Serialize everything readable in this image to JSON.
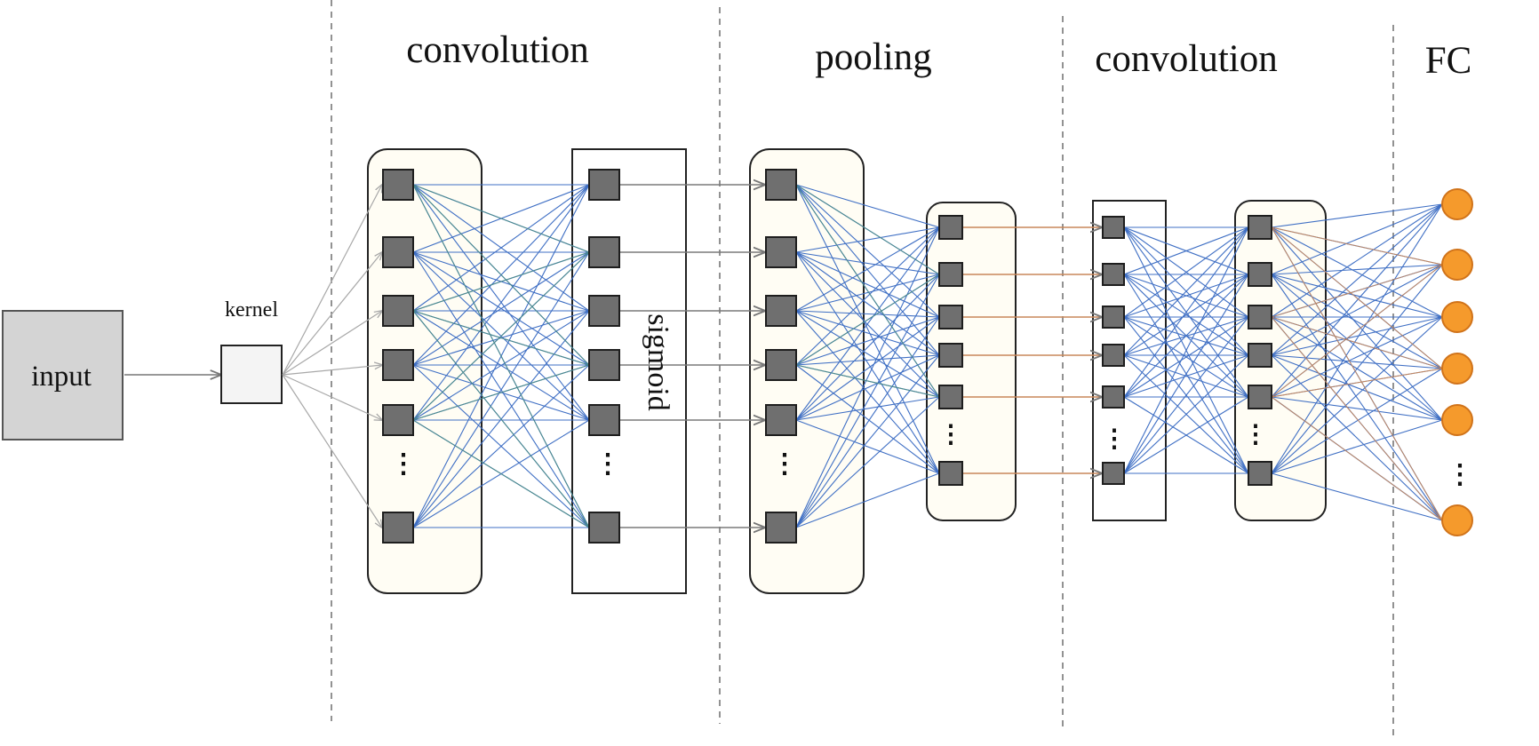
{
  "sections": {
    "conv1_title": "convolution",
    "pool_title": "pooling",
    "conv2_title": "convolution",
    "fc_title": "FC"
  },
  "labels": {
    "input": "input",
    "kernel": "kernel",
    "sigmoid": "sigmoid",
    "ellipsis": "⋮"
  },
  "colors": {
    "node": "#6f6f6f",
    "node_border": "#1e1e1e",
    "fc_node": "#f59a2c",
    "fc_node_border": "#d0731a",
    "blue_edge": "#3f6fc4",
    "teal_edge": "#4c8c8a",
    "orange_edge": "#c8875a",
    "gray_edge": "#8a8a8a",
    "panel_fill": "#fffdf4",
    "input_fill": "#d4d4d4",
    "kernel_fill": "#f4f4f4"
  }
}
